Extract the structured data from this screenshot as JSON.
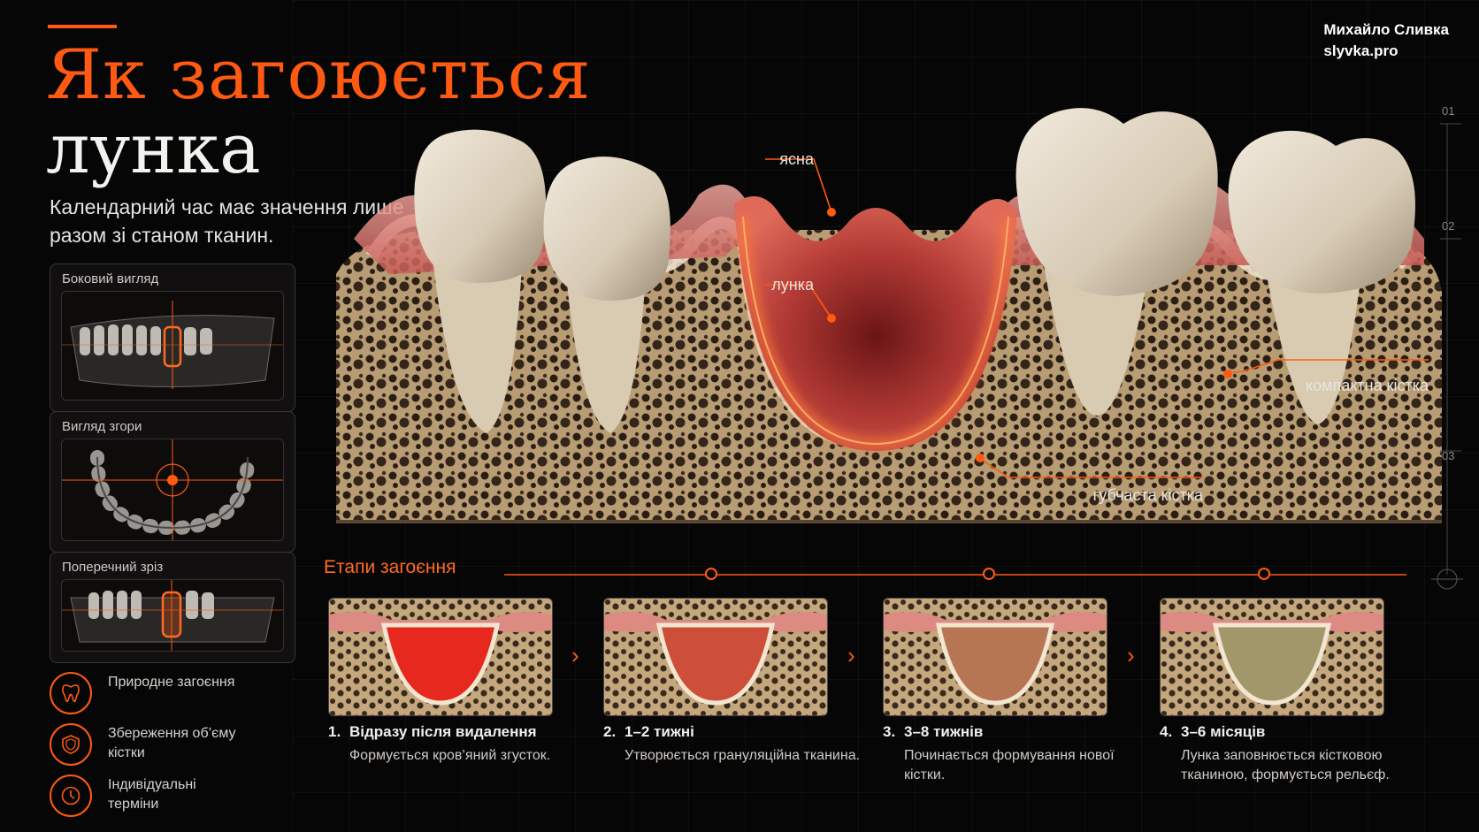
{
  "header": {
    "title_line1": "Як загоюється",
    "title_line2": "лунка",
    "subtitle": "Календарний час має значення лише разом зі станом тканин."
  },
  "author": {
    "name": "Михайло Сливка",
    "site": "slyvka.pro"
  },
  "diagram": {
    "labels": {
      "gum": "ясна",
      "socket": "лунка",
      "compact_bone": "компактна кістка",
      "spongy_bone": "губчаста кістка"
    },
    "ruler_ticks": [
      "01",
      "02",
      "03"
    ]
  },
  "views": [
    {
      "label": "Боковий вигляд"
    },
    {
      "label": "Вигляд згори"
    },
    {
      "label": "Поперечний зріз"
    }
  ],
  "features": [
    {
      "icon": "tooth-icon",
      "text": "Природне загоєння"
    },
    {
      "icon": "shield-icon",
      "text": "Збереження об’єму кістки"
    },
    {
      "icon": "clock-icon",
      "text": "Індивідуальні терміни"
    }
  ],
  "stages": {
    "title": "Етапи загоєння",
    "items": [
      {
        "num": "1.",
        "title": "Відразу після видалення",
        "desc": "Формується кров’яний згусток.",
        "redness": 1.0
      },
      {
        "num": "2.",
        "title": "1–2 тижні",
        "desc": "Утворюється грануляційна тканина.",
        "redness": 0.7
      },
      {
        "num": "3.",
        "title": "3–8 тижнів",
        "desc": "Починається формування нової кістки.",
        "redness": 0.4
      },
      {
        "num": "4.",
        "title": "3–6 місяців",
        "desc": "Лунка заповнюється кістковою тканиною, формується рельєф.",
        "redness": 0.15
      }
    ]
  },
  "colors": {
    "accent": "#ff5a12",
    "bone": "#c9b48e",
    "gum": "#e07a7a",
    "background": "#070606"
  }
}
